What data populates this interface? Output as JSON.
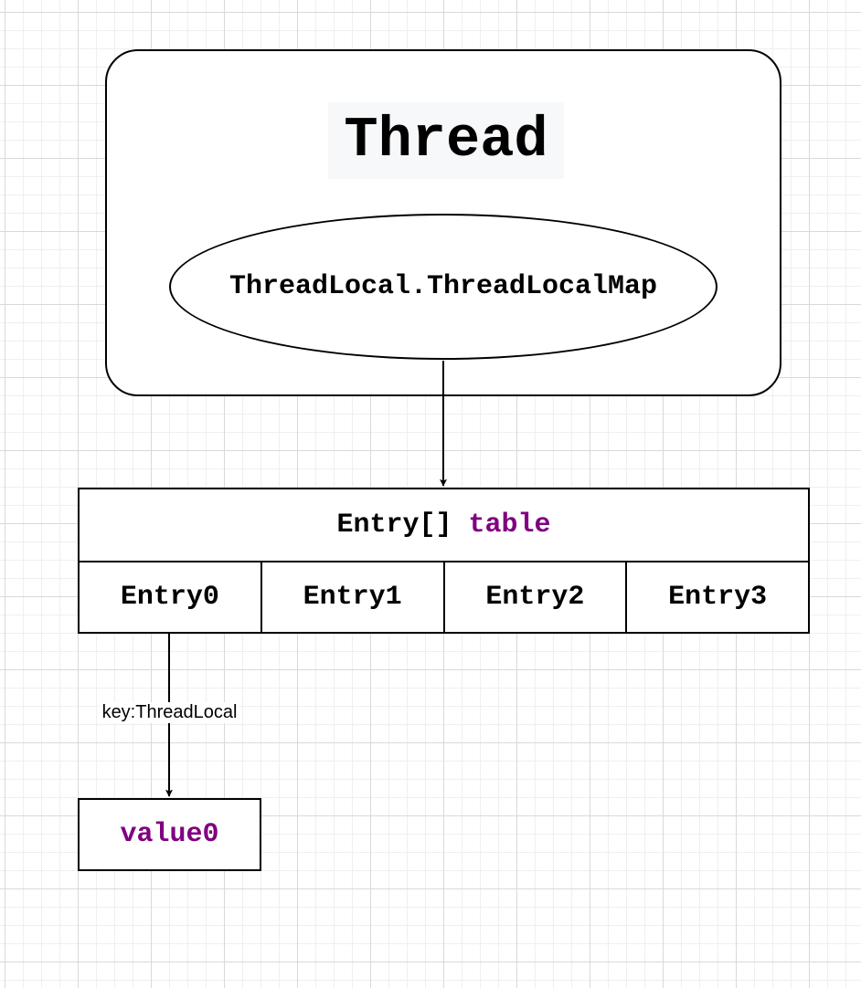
{
  "thread": {
    "title": "Thread",
    "map_label": "ThreadLocal.ThreadLocalMap"
  },
  "table": {
    "type_label": "Entry[]",
    "name_label": "table",
    "entries": [
      "Entry0",
      "Entry1",
      "Entry2",
      "Entry3"
    ]
  },
  "edge": {
    "key_label": "key:ThreadLocal"
  },
  "value": {
    "label": "value0"
  },
  "colors": {
    "keyword": "#800080",
    "stroke": "#000000",
    "title_bg": "#f6f8fa"
  }
}
